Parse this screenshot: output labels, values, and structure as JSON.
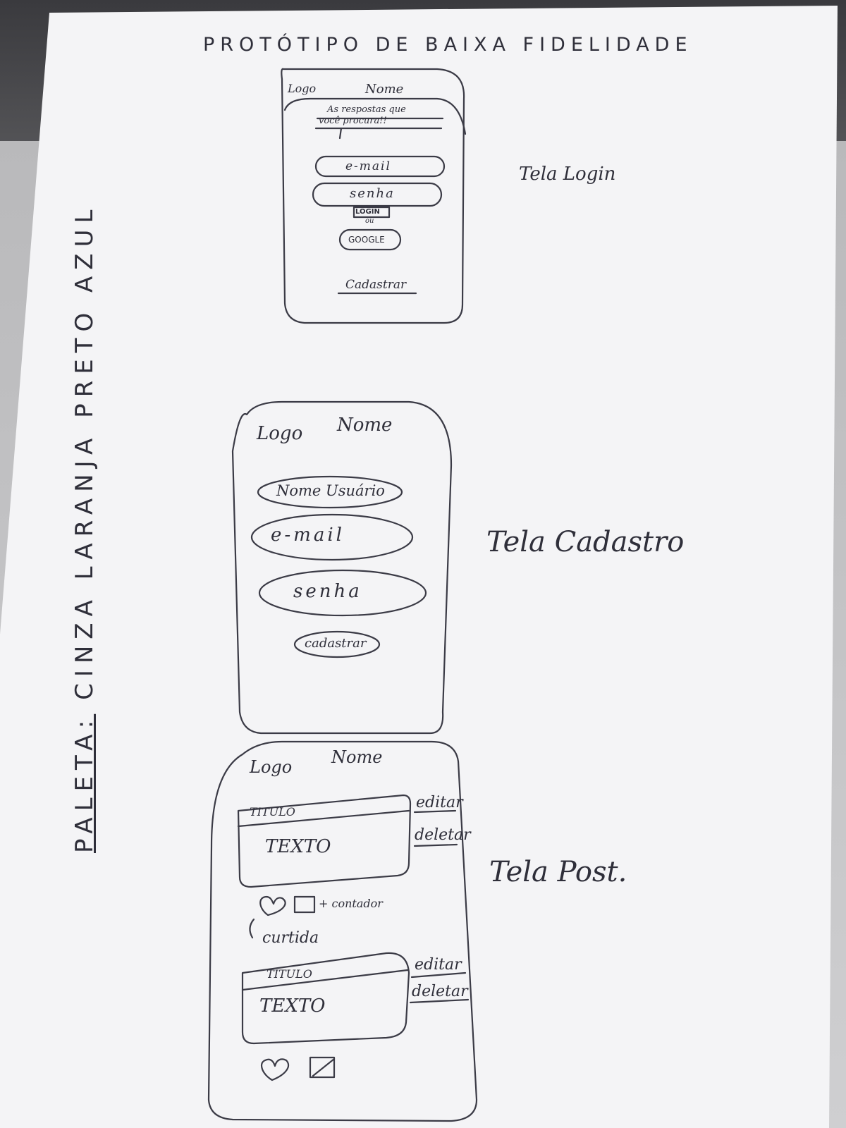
{
  "title": "PROTÓTIPO DE BAIXA FIDELIDADE",
  "palette": {
    "label": "PALETA:",
    "colors": [
      "CINZA",
      "LARANJA",
      "PRETO",
      "AZUL"
    ]
  },
  "login_screen": {
    "label": "Tela Login",
    "logo": "Logo",
    "name": "Nome",
    "tagline_line1": "As respostas que",
    "tagline_line2": "você procura!!",
    "email_placeholder": "e-mail",
    "password_placeholder": "senha",
    "login_button": "LOGIN",
    "or_text": "ou",
    "google_button": "GOOGLE",
    "register_link": "Cadastrar"
  },
  "register_screen": {
    "label": "Tela Cadastro",
    "logo": "Logo",
    "name": "Nome",
    "username_placeholder": "Nome Usuário",
    "email_placeholder": "e-mail",
    "password_placeholder": "senha",
    "register_button": "cadastrar"
  },
  "post_screen": {
    "label": "Tela Post.",
    "logo": "Logo",
    "name": "Nome",
    "posts": [
      {
        "title": "TITULO",
        "text": "TEXTO",
        "edit": "editar",
        "delete": "deletar",
        "counter": "+ contador",
        "like_note": "curtida"
      },
      {
        "title": "TITULO",
        "text": "TEXTO",
        "edit": "editar",
        "delete": "deletar"
      }
    ]
  }
}
